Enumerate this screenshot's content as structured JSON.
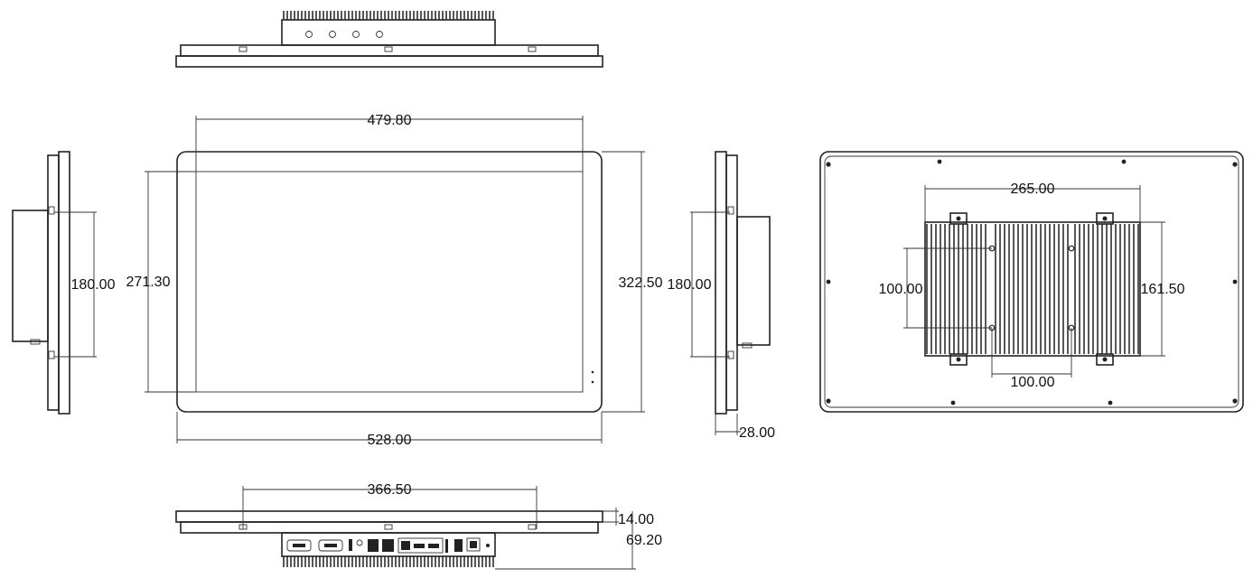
{
  "dimensions": {
    "front_display_width": "479.80",
    "front_outer_width": "528.00",
    "front_display_height": "271.30",
    "front_outer_height": "322.50",
    "left_mount_spacing": "180.00",
    "right_mount_spacing": "180.00",
    "side_depth": "28.00",
    "rear_heatsink_width": "265.00",
    "rear_vesa_vertical": "100.00",
    "rear_vesa_horizontal": "100.00",
    "rear_heatsink_height": "161.50",
    "bottom_mount_spacing": "366.50",
    "bottom_bezel_depth": "14.00",
    "bottom_total_depth": "69.20"
  },
  "colors": {
    "line": "#222222",
    "background": "#ffffff"
  },
  "icons": {
    "top_view_ports": "round-connector-icon",
    "bottom_view_ports": "io-port-icon"
  }
}
